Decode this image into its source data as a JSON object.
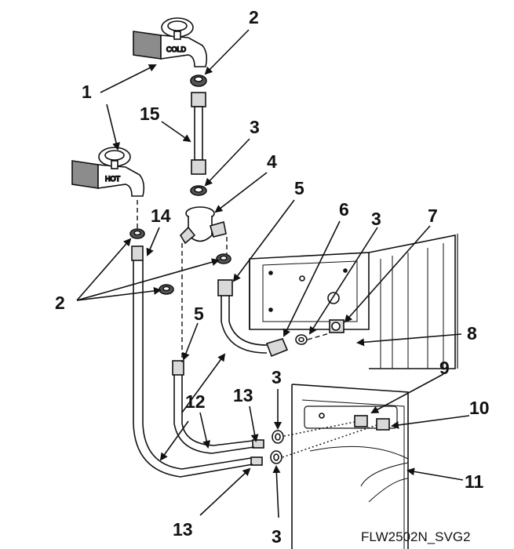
{
  "figure": {
    "code": "FLW2502N_SVG2",
    "valve_labels": {
      "cold": "COLD",
      "hot": "HOT"
    },
    "callouts": {
      "c1": "1",
      "c2_top": "2",
      "c15": "15",
      "c3_top": "3",
      "c4": "4",
      "c5_upper": "5",
      "c14": "14",
      "c6": "6",
      "c3_mid": "3",
      "c7": "7",
      "c2_left": "2",
      "c5_lower": "5",
      "c8": "8",
      "c3_lower": "3",
      "c9": "9",
      "c13_upper": "13",
      "c12": "12",
      "c10": "10",
      "c11": "11",
      "c13_lower": "13",
      "c3_bottom": "3"
    }
  },
  "colors": {
    "line": "#111111",
    "fitting": "#d9d9d9",
    "shade": "#8c8c8c",
    "background": "#ffffff"
  }
}
